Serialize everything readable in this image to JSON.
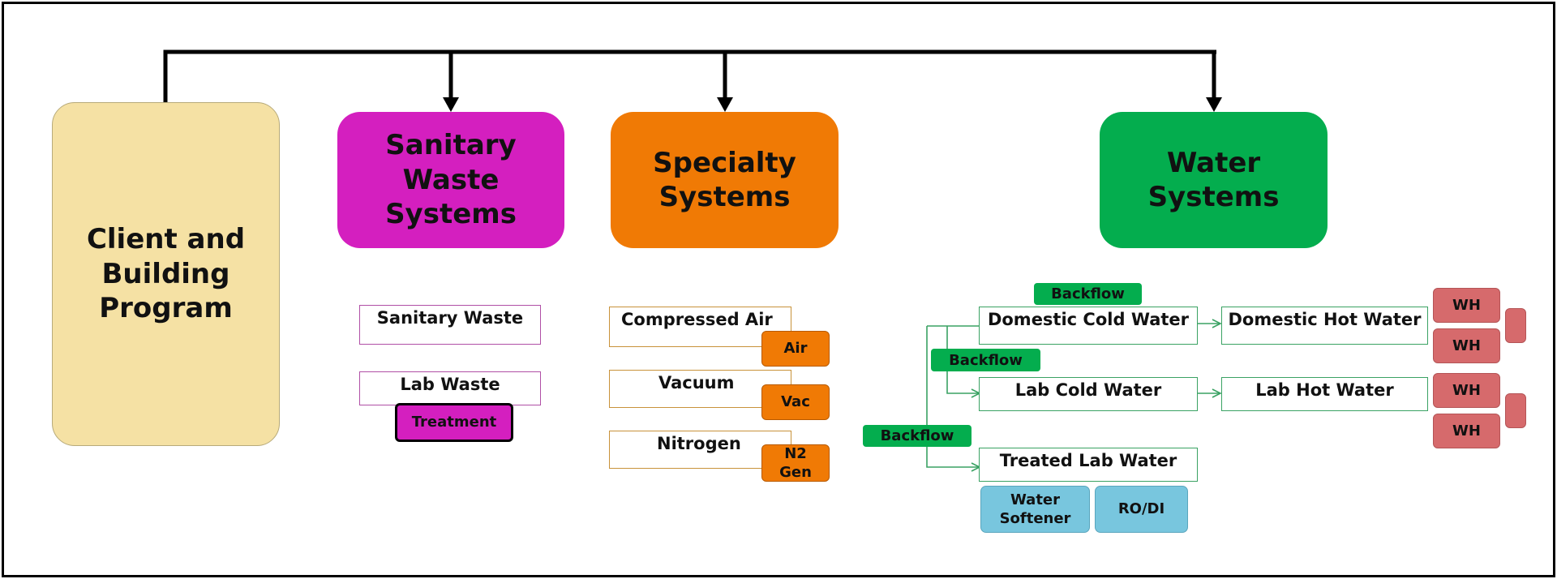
{
  "colors": {
    "client": "#f5e1a4",
    "sanitary": "#d41fbf",
    "specialty": "#f07a05",
    "water": "#04ad4e",
    "heater": "#d66a6c",
    "treatment_equipment": "#78c6de",
    "sanitary_line": "#b04fa6",
    "specialty_line": "#c8923a",
    "water_line": "#3aa263"
  },
  "nodes": {
    "client": "Client and Building Program",
    "sanitary": "Sanitary Waste Systems",
    "specialty": "Specialty Systems",
    "water": "Water Systems"
  },
  "sanitary_items": {
    "sanitary_waste": "Sanitary Waste",
    "lab_waste": "Lab Waste",
    "treatment": "Treatment"
  },
  "specialty_items": [
    {
      "label": "Compressed Air",
      "equipment": "Air"
    },
    {
      "label": "Vacuum",
      "equipment": "Vac"
    },
    {
      "label": "Nitrogen",
      "equipment": "N2 Gen"
    }
  ],
  "water_items": {
    "domestic_cold": "Domestic Cold Water",
    "domestic_hot": "Domestic Hot Water",
    "lab_cold": "Lab Cold Water",
    "lab_hot": "Lab Hot Water",
    "treated_lab": "Treated Lab Water",
    "backflow": [
      "Backflow",
      "Backflow",
      "Backflow"
    ],
    "water_softener": "Water Softener",
    "rodi": "RO/DI",
    "water_heaters": [
      "WH",
      "WH",
      "WH",
      "WH"
    ]
  }
}
